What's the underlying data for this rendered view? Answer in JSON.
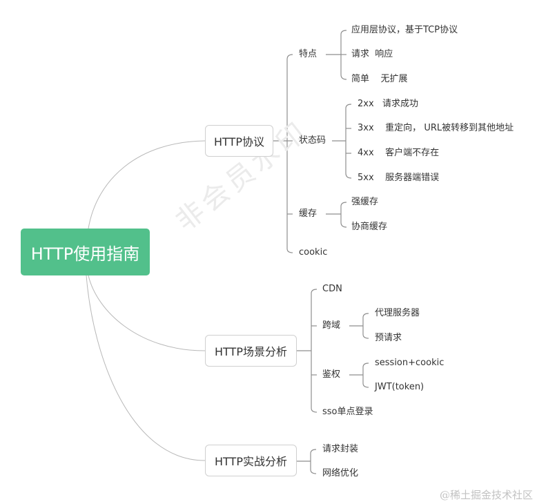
{
  "mindmap": {
    "root": {
      "label": "HTTP使用指南",
      "color": "#52c08b"
    },
    "branches": [
      {
        "label": "HTTP协议",
        "children": [
          {
            "label": "特点",
            "children": [
              "应用层协议，基于TCP协议",
              "请求  响应",
              "简单    无扩展"
            ]
          },
          {
            "label": "状态码",
            "children": [
              "2xx   请求成功",
              "3xx    重定向， URL被转移到其他地址",
              "4xx    客户端不存在",
              "5xx    服务器端错误"
            ]
          },
          {
            "label": "缓存",
            "children": [
              "强缓存",
              "协商缓存"
            ]
          },
          {
            "label": "cookic",
            "children": []
          }
        ]
      },
      {
        "label": "HTTP场景分析",
        "children": [
          {
            "label": "CDN",
            "children": []
          },
          {
            "label": "跨域",
            "children": [
              "代理服务器",
              "预请求"
            ]
          },
          {
            "label": "鉴权",
            "children": [
              "session+cookic",
              "JWT(token)"
            ]
          },
          {
            "label": "sso单点登录",
            "children": []
          }
        ]
      },
      {
        "label": "HTTP实战分析",
        "children": [
          {
            "label": "请求封装",
            "children": []
          },
          {
            "label": "网络优化",
            "children": []
          }
        ]
      }
    ]
  },
  "watermark": "非会员水印",
  "credit": "@稀土掘金技术社区",
  "colors": {
    "line": "#9a9a9a",
    "curve": "#b5b5b5",
    "node_border": "#cfcfcf"
  }
}
